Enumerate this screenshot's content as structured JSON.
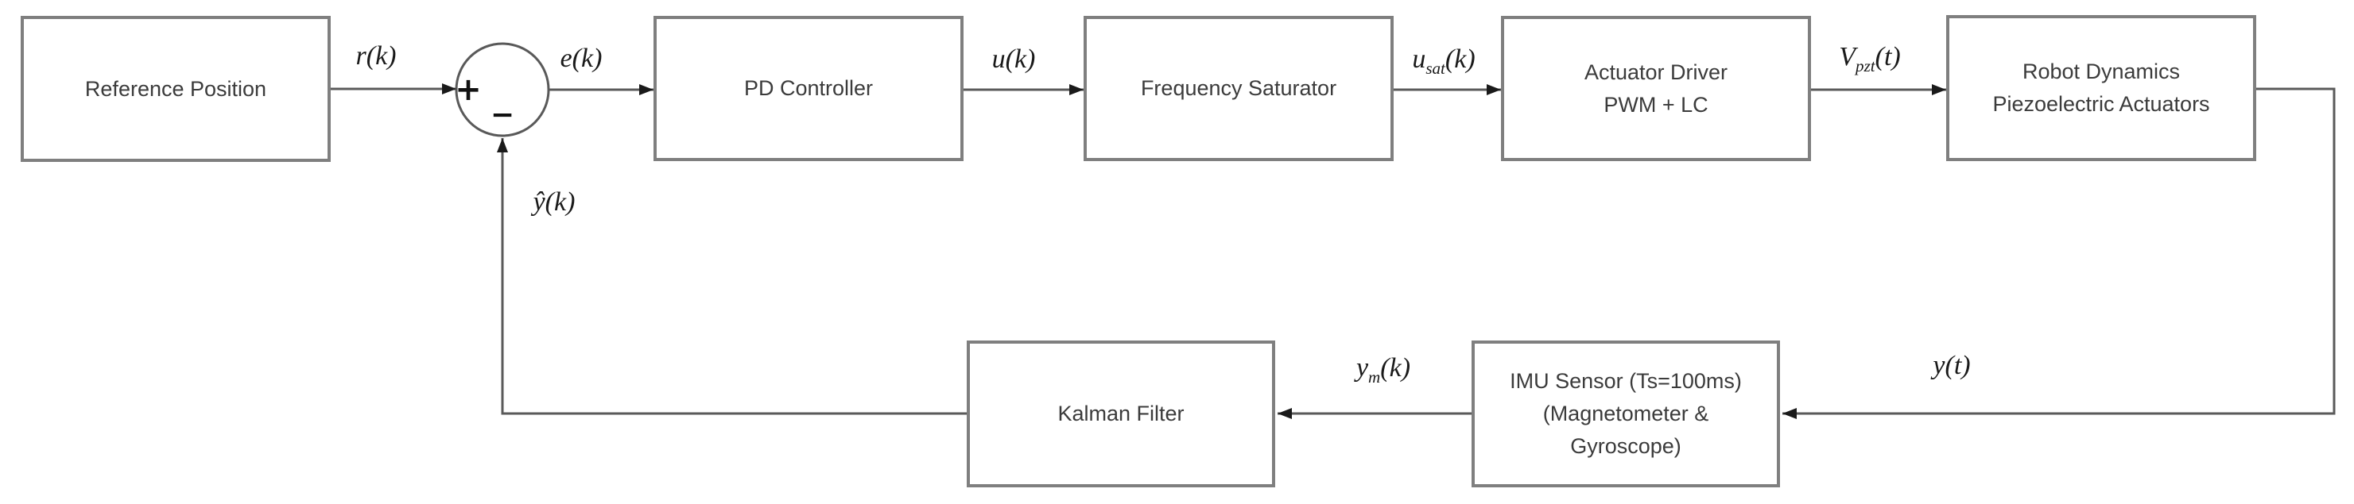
{
  "colors": {
    "box_border": "#7f7f7f",
    "connector": "#5a5a5a",
    "arrowhead": "#1a1a1a",
    "box_text": "#3b3b3b",
    "signal_text": "#1a1a1a",
    "background": "#ffffff"
  },
  "blocks": {
    "reference": {
      "lines": [
        "Reference Position"
      ]
    },
    "pd": {
      "lines": [
        "PD Controller"
      ]
    },
    "freq": {
      "lines": [
        "Frequency Saturator"
      ]
    },
    "actuator": {
      "lines": [
        "Actuator Driver",
        "PWM + LC"
      ]
    },
    "robot": {
      "lines": [
        "Robot Dynamics",
        "Piezoelectric Actuators"
      ]
    },
    "kalman": {
      "lines": [
        "Kalman Filter"
      ]
    },
    "imu": {
      "lines": [
        "IMU Sensor (Ts=100ms)",
        "(Magnetometer &",
        "Gyroscope)"
      ]
    }
  },
  "signals": {
    "r": "r(k)",
    "e": "e(k)",
    "u": "u(k)",
    "usat": {
      "pre": "u",
      "sub": "sat",
      "post": "(k)"
    },
    "vpzt": {
      "pre": "V",
      "sub": "pzt",
      "post": "(t)"
    },
    "yhat": "ŷ(k)",
    "ym": {
      "pre": "y",
      "sub": "m",
      "post": "(k)"
    },
    "y": "y(t)"
  },
  "junction": {
    "plus": "+",
    "minus": "−"
  }
}
